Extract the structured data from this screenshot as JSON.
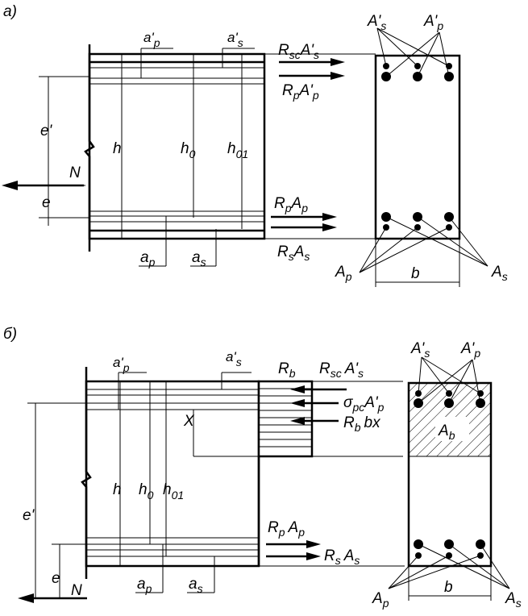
{
  "diagram_a": {
    "panel_label": "а)",
    "labels": {
      "ap_prime": "a'",
      "ap_prime_sub": "p",
      "as_prime": "a'",
      "as_prime_sub": "s",
      "ap": "a",
      "ap_sub": "p",
      "as": "a",
      "as_sub": "s",
      "e_prime": "e'",
      "e": "e",
      "N": "N",
      "h": "h",
      "h0": "h",
      "h0_sub": "0",
      "h01": "h",
      "h01_sub": "01",
      "b": "b"
    },
    "forces": {
      "RscAs": {
        "R": "R",
        "sub": "sc",
        "A": "A'",
        "Asub": "s"
      },
      "RpAp_prime": {
        "R": "R",
        "sub": "p",
        "A": "A'",
        "Asub": "p"
      },
      "RpAp": {
        "R": "R",
        "sub": "p",
        "A": "A",
        "Asub": "p"
      },
      "RsAs": {
        "R": "R",
        "sub": "s",
        "A": "A",
        "Asub": "s"
      }
    },
    "section": {
      "As_prime": {
        "A": "A'",
        "sub": "s"
      },
      "Ap_prime": {
        "A": "A'",
        "sub": "p"
      },
      "Ap": {
        "A": "A",
        "sub": "p"
      },
      "As": {
        "A": "A",
        "sub": "s"
      }
    }
  },
  "diagram_b": {
    "panel_label": "б)",
    "labels": {
      "ap_prime": "a'",
      "ap_prime_sub": "p",
      "as_prime": "a'",
      "as_prime_sub": "s",
      "ap": "a",
      "ap_sub": "p",
      "as": "a",
      "as_sub": "s",
      "e_prime": "e'",
      "e": "e",
      "N": "N",
      "h": "h",
      "h0": "h",
      "h0_sub": "0",
      "h01": "h",
      "h01_sub": "01",
      "X": "X",
      "Rb": "R",
      "Rb_sub": "b",
      "b": "b"
    },
    "forces": {
      "RscAs": {
        "R": "R",
        "sub": "sc",
        "A": "A'",
        "Asub": "s"
      },
      "sigma": {
        "S": "σ",
        "sub": "pc",
        "A": "A'",
        "Asub": "p"
      },
      "Rbbx": {
        "R": "R",
        "sub": "b",
        "rest": "bx"
      },
      "RpAp": {
        "R": "R",
        "sub": "p",
        "A": "A",
        "Asub": "p"
      },
      "RsAs": {
        "R": "R",
        "sub": "s",
        "A": "A",
        "Asub": "s"
      }
    },
    "section": {
      "As_prime": {
        "A": "A'",
        "sub": "s"
      },
      "Ap_prime": {
        "A": "A'",
        "sub": "p"
      },
      "Ab": {
        "A": "A",
        "sub": "b"
      },
      "Ap": {
        "A": "A",
        "sub": "p"
      },
      "As": {
        "A": "A",
        "sub": "s"
      }
    }
  }
}
